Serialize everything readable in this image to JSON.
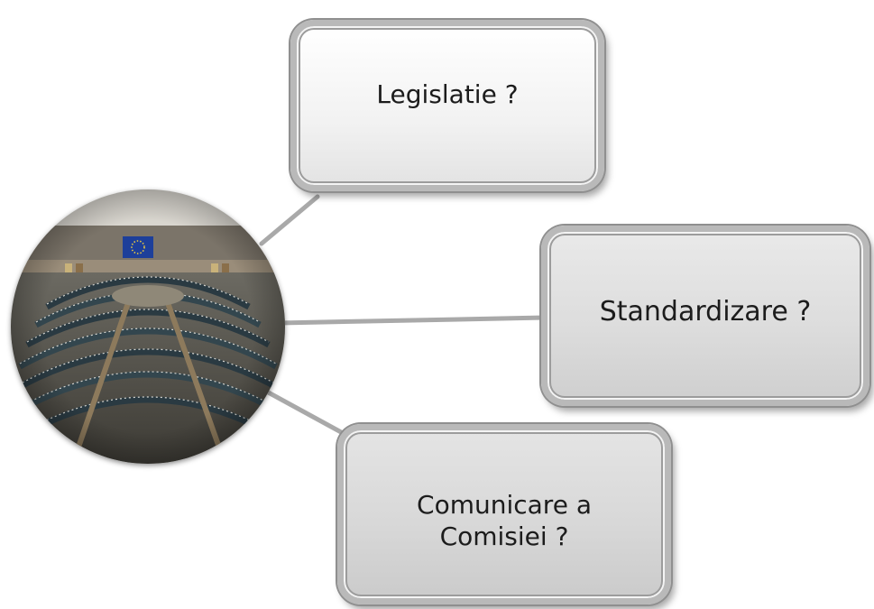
{
  "diagram": {
    "photo": {
      "icon": "parliament-hemicycle-photo"
    },
    "boxes": [
      {
        "label": "Legislatie ?"
      },
      {
        "label": "Standardizare ?"
      },
      {
        "label": "Comunicare a\nComisiei ?"
      }
    ],
    "colors": {
      "box_light": "#f2f2f2",
      "box_grey": "#d8d8d8",
      "border": "#b9b9b9",
      "connector": "#a9a9a9",
      "text": "#1c1c1c"
    }
  }
}
